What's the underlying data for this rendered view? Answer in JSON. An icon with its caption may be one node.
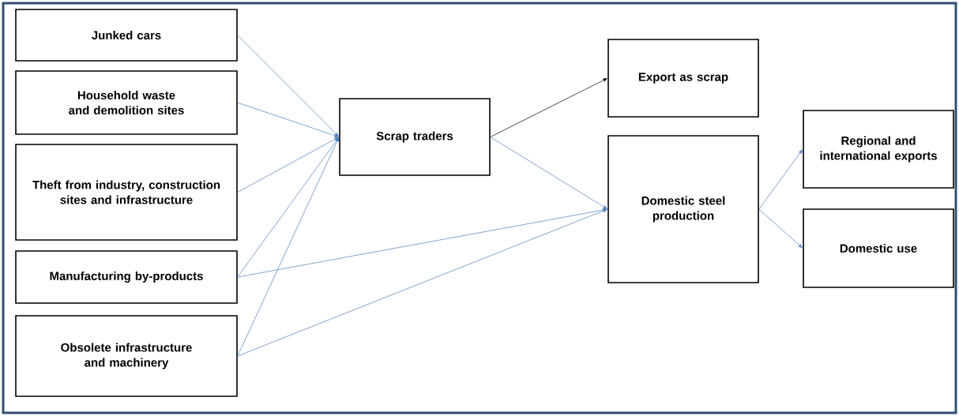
{
  "diagram": {
    "nodes": [
      {
        "text": [
          "Junked cars"
        ]
      },
      {
        "text": [
          "Household waste and demolition sites"
        ]
      },
      {
        "text": [
          "Theft from industry, construction sites and infrastructure"
        ]
      },
      {
        "text": [
          "Manufacturing by-products"
        ]
      },
      {
        "text": [
          "Obsolete infrastructure and machinery"
        ]
      },
      {
        "text": [
          "Scrap traders"
        ]
      },
      {
        "text": [
          "Export as scrap"
        ]
      },
      {
        "text": [
          "Domestic steel production"
        ]
      },
      {
        "text": [
          "Regional and international exports"
        ]
      },
      {
        "text": [
          "Domestic use"
        ]
      }
    ],
    "edges": [
      {
        "from": 0,
        "to": 5,
        "arrow": "to"
      },
      {
        "from": 1,
        "to": 5,
        "arrow": "to"
      },
      {
        "from": 2,
        "to": 5,
        "arrow": "to"
      },
      {
        "from": 3,
        "to": 5,
        "arrow": "to"
      },
      {
        "from": 4,
        "to": 5,
        "arrow": "to"
      },
      {
        "from": 3,
        "to": 7,
        "arrow": "to"
      },
      {
        "from": 4,
        "to": 7,
        "arrow": "to"
      },
      {
        "from": 5,
        "to": 6,
        "arrow": "to",
        "color": "#000000"
      },
      {
        "from": 5,
        "to": 7,
        "arrow": "to"
      },
      {
        "from": 7,
        "to": 8,
        "arrow": "to"
      },
      {
        "from": 7,
        "to": 9,
        "arrow": "to"
      }
    ]
  }
}
